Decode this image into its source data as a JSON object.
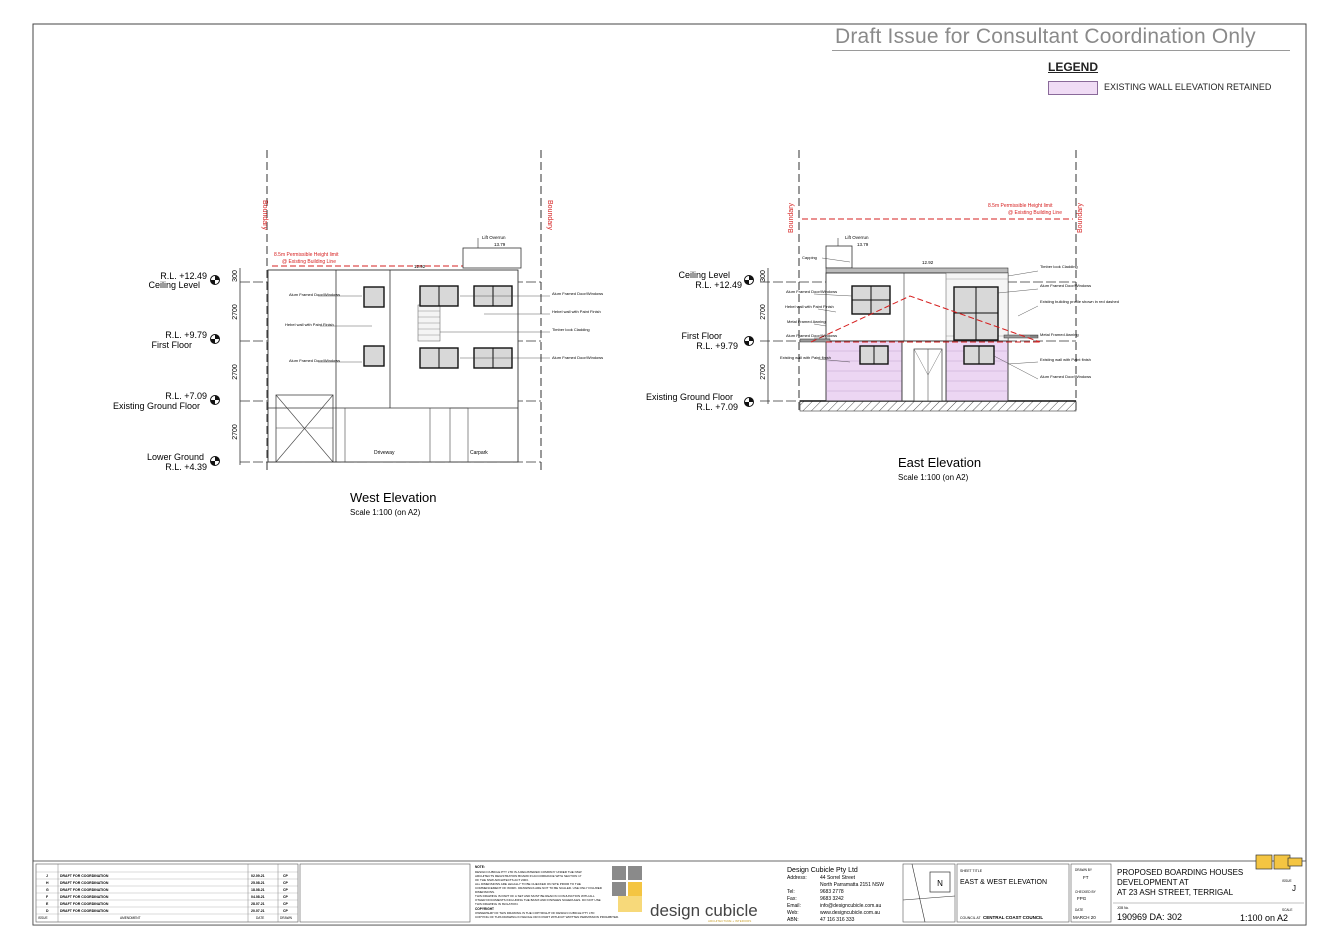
{
  "header": {
    "draft_notice": "Draft Issue for Consultant Coordination Only",
    "legend_title": "LEGEND",
    "legend_items": [
      {
        "label": "EXISTING WALL ELEVATION RETAINED",
        "color": "#f0dcf5"
      }
    ]
  },
  "west": {
    "title": "West Elevation",
    "scale": "Scale 1:100 (on A2)",
    "boundary_label": "Boundary",
    "height_limit": [
      "8.5m Permissible Height limit",
      "@ Existing Building Line"
    ],
    "lift_overrun": "Lift Overrun",
    "lift_rl": "13.79",
    "parapet_rl": "12.92",
    "levels": [
      {
        "rl": "R.L. +12.49",
        "name": "Ceiling Level"
      },
      {
        "rl": "R.L. +9.79",
        "name": "First Floor"
      },
      {
        "rl": "R.L. +7.09",
        "name": "Existing Ground Floor"
      },
      {
        "rl": "R.L. +4.39",
        "name": "Lower Ground"
      }
    ],
    "dims": [
      "300",
      "2700",
      "2700",
      "2700"
    ],
    "notes_left": [
      "Alum Framed Door/Windows",
      "Hebel wall with Paint Finish",
      "Alum Framed Door/Windows"
    ],
    "notes_right": [
      "Alum Framed Door/Windows",
      "Hebel wall with Paint Finish",
      "Timber look Cladding",
      "Alum Framed Door/Windows"
    ],
    "driveway": "Driveway",
    "carpark": "Carpark"
  },
  "east": {
    "title": "East Elevation",
    "scale": "Scale 1:100 (on A2)",
    "boundary_label": "Boundary",
    "height_limit": [
      "8.5m Permissible Height limit",
      "@ Existing Building Line"
    ],
    "lift_overrun": "Lift Overrun",
    "lift_rl": "13.79",
    "parapet_rl": "12.92",
    "capping": "Capping",
    "levels": [
      {
        "rl": "R.L. +12.49",
        "name": "Ceiling Level"
      },
      {
        "rl": "R.L. +9.79",
        "name": "First Floor"
      },
      {
        "rl": "R.L. +7.09",
        "name": "Existing Ground Floor"
      }
    ],
    "dims": [
      "300",
      "2700",
      "2700"
    ],
    "notes_left": [
      "Alum Framed Door/Windows",
      "Hebel wall with Paint Finish",
      "Metal Framed Awning",
      "Alum Framed Door/Windows",
      "Existing wall with Paint finish"
    ],
    "notes_right": [
      "Timber look Cladding",
      "Alum Framed Door/Windows",
      "Existing building profile shown in red dashed",
      "Metal Framed Awning",
      "Existing wall with Paint finish",
      "Alum Framed Door/Windows"
    ]
  },
  "title_block": {
    "revisions": [
      {
        "rev": "J",
        "desc": "DRAFT FOR COORDINATION",
        "date": "02.09.21",
        "by": "CP"
      },
      {
        "rev": "H",
        "desc": "DRAFT FOR COORDINATION",
        "date": "25.08.21",
        "by": "CP"
      },
      {
        "rev": "G",
        "desc": "DRAFT FOR COORDINATION",
        "date": "18.08.21",
        "by": "CP"
      },
      {
        "rev": "F",
        "desc": "DRAFT FOR COORDINATION",
        "date": "04.08.21",
        "by": "CP"
      },
      {
        "rev": "E",
        "desc": "DRAFT FOR COORDINATION",
        "date": "28.07.21",
        "by": "CP"
      },
      {
        "rev": "D",
        "desc": "DRAFT FOR COORDINATION",
        "date": "20.07.21",
        "by": "CP"
      }
    ],
    "rev_headers": [
      "ISSUE",
      "AMENDMENT",
      "DATE",
      "DRAWN"
    ],
    "note_heading": "NOTE:",
    "note_lines": [
      "DESIGN CUBICLE PTY LTD IS A REGISTERED COMPANY UNDER THE NSW",
      "ARCHITECTS REGISTRATION BOARD IN ACCORDANCE WITH SECTION 17",
      "OF THE NSW ARCHITECTS ACT 2003.",
      "ALL DIMENSIONS ARE LEGALLY TO BE CHECKED ON SITE PRIOR TO THE",
      "COMMENCEMENT OF WORK. DRAWINGS ARE NOT TO BE SCALED. USE ONLY FIGURED",
      "DIMENSIONS.",
      "THIS DRAWING IS PART OF A SET AND MUST BE READ IN CONJUNCTION WITH ALL",
      "OTHER DOCUMENTS INCLUDING THE BASIX AND FINISHES SCHEDULES. DO NOT USE",
      "THIS DRAWING IN ISOLATION."
    ],
    "copyright_heading": "COPYRIGHT",
    "copyright_lines": [
      "OWNERSHIP OF THIS DRAWING IS THE COPYRIGHT OF DESIGN CUBICLE PTY LTD",
      "COPYING OF THIS DRAWING IN WHOLE OR IN PART WITHOUT WRITTEN PERMISSION PROHIBITED."
    ],
    "logo_text": "design cubicle",
    "logo_sub": "ARCHITECTURE + INTERIORS",
    "company": "Design Cubicle Pty Ltd",
    "contacts": [
      {
        "k": "Address:",
        "v": "44 Sorrel Street"
      },
      {
        "k": "",
        "v": "North Parramatta 2151 NSW"
      },
      {
        "k": "Tel:",
        "v": "9683 2778"
      },
      {
        "k": "Fax:",
        "v": "9683 3242"
      },
      {
        "k": "Email:",
        "v": "info@designcubicle.com.au"
      },
      {
        "k": "Web:",
        "v": "www.designcubicle.com.au"
      },
      {
        "k": "ABN:",
        "v": "47 116 316 333"
      }
    ],
    "north": "N",
    "sheet_label": "SHEET TITLE",
    "sheet_title": "EAST & WEST ELEVATION",
    "council_label": "COUNCIL AT",
    "council": "CENTRAL COAST COUNCIL",
    "drawn_label": "DRAWN BY",
    "drawn": "FT",
    "checked_label": "CHECKED BY",
    "checked": "FPG",
    "date_label": "DATE",
    "date": "MARCH 20",
    "project_lines": [
      "PROPOSED BOARDING HOUSES",
      "DEVELOPMENT AT",
      "AT 23 ASH STREET, TERRIGAL"
    ],
    "job_label": "JOB No.",
    "job": "190969 DA: 302",
    "issue_label": "ISSUE",
    "issue": "J",
    "scale_label": "SCALE",
    "scale": "1:100 on A2"
  }
}
